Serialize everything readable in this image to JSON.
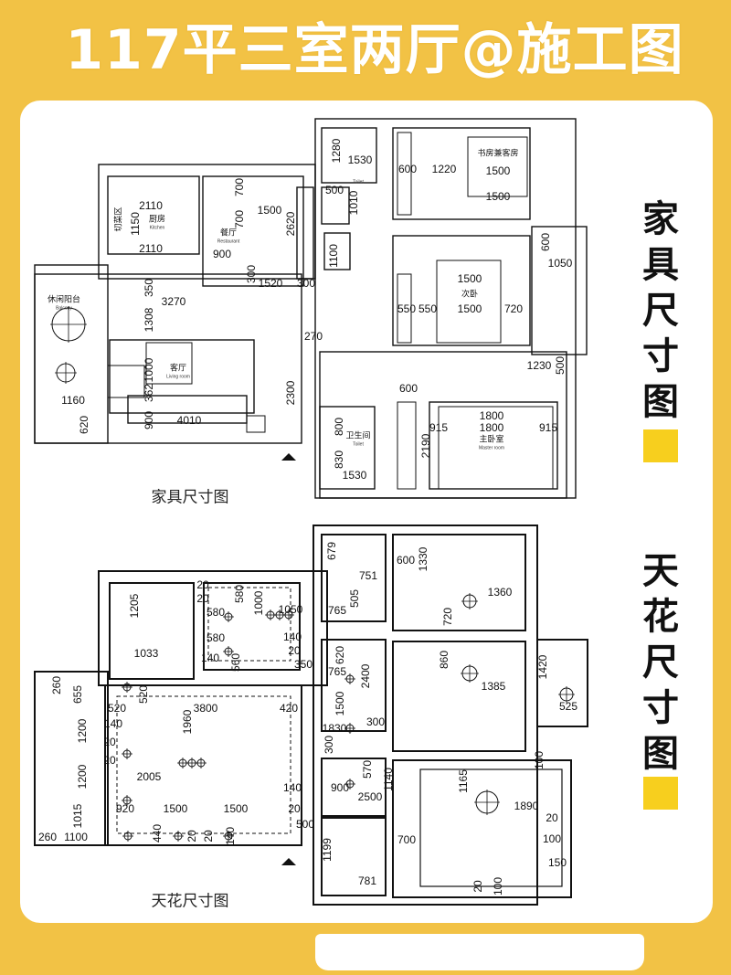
{
  "title": "117平三室两厅@施工图",
  "colors": {
    "background": "#F2C245",
    "accent_square": "#F7CF1E",
    "card": "#FFFFFF"
  },
  "side_labels": {
    "furniture": [
      "家",
      "具",
      "尺",
      "寸",
      "图"
    ],
    "ceiling": [
      "天",
      "花",
      "尺",
      "寸",
      "图"
    ]
  },
  "furniture_plan": {
    "caption": "家具尺寸图",
    "rooms": [
      {
        "zh": "切菜区"
      },
      {
        "zh": "厨房",
        "en": "Kitchen"
      },
      {
        "zh": "餐厅",
        "en": "Restaurant"
      },
      {
        "zh": "休闲阳台",
        "en": "Balcony"
      },
      {
        "zh": "客厅",
        "en": "Living room"
      },
      {
        "zh": "次卧"
      },
      {
        "zh": "主卧室",
        "en": "Master room"
      },
      {
        "zh": "卫生间",
        "en": "Toilet"
      },
      {
        "zh": "书房兼客房"
      },
      {
        "zh": "",
        "en": "Toilet"
      }
    ],
    "dimensions": [
      "2110",
      "1150",
      "2110",
      "700",
      "700",
      "1500",
      "2620",
      "900",
      "300",
      "1520",
      "300",
      "350",
      "3270",
      "1308",
      "1000",
      "362",
      "900",
      "4010",
      "1160",
      "620",
      "270",
      "2300",
      "1280",
      "1530",
      "500",
      "1010",
      "1100",
      "600",
      "1220",
      "1500",
      "1500",
      "600",
      "1050",
      "1500",
      "1500",
      "550",
      "550",
      "720",
      "1230",
      "500",
      "600",
      "1800",
      "1800",
      "915",
      "915",
      "2190",
      "800",
      "830",
      "1530"
    ]
  },
  "ceiling_plan": {
    "caption": "天花尺寸图",
    "dimensions": [
      "679",
      "751",
      "600",
      "1330",
      "1360",
      "720",
      "1205",
      "1033",
      "20",
      "20",
      "580",
      "1000",
      "580",
      "1050",
      "580",
      "140",
      "560",
      "140",
      "20",
      "350",
      "765",
      "505",
      "620",
      "765",
      "1500",
      "2400",
      "1830",
      "300",
      "300",
      "860",
      "1385",
      "1420",
      "525",
      "260",
      "655",
      "520",
      "520",
      "3800",
      "420",
      "140",
      "1960",
      "20",
      "1200",
      "20",
      "1200",
      "2005",
      "140",
      "920",
      "1500",
      "1500",
      "20",
      "1015",
      "500",
      "260",
      "1100",
      "440",
      "20",
      "20",
      "140",
      "900",
      "570",
      "2500",
      "1140",
      "1165",
      "1890",
      "100",
      "20",
      "100",
      "150",
      "1199",
      "781",
      "700",
      "20",
      "100"
    ]
  }
}
